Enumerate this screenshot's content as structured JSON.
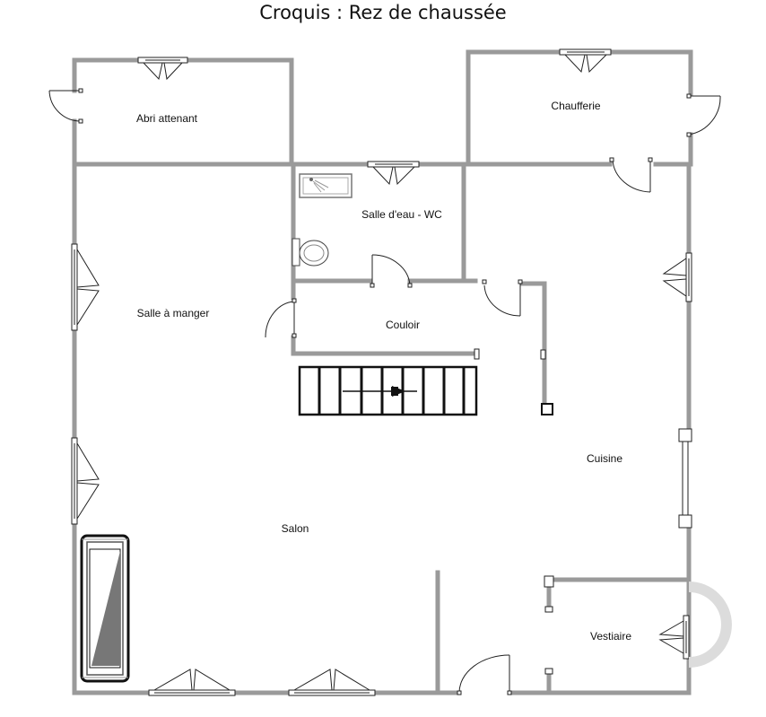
{
  "title": "Croquis : Rez de chaussée",
  "rooms": {
    "abri": "Abri attenant",
    "chaufferie": "Chaufferie",
    "salle_eau": "Salle d'eau - WC",
    "salle_manger": "Salle à manger",
    "couloir": "Couloir",
    "cuisine": "Cuisine",
    "salon": "Salon",
    "vestiaire": "Vestiaire"
  },
  "colors": {
    "wall": "#9a9a9a",
    "line": "#222222",
    "background": "#ffffff"
  }
}
